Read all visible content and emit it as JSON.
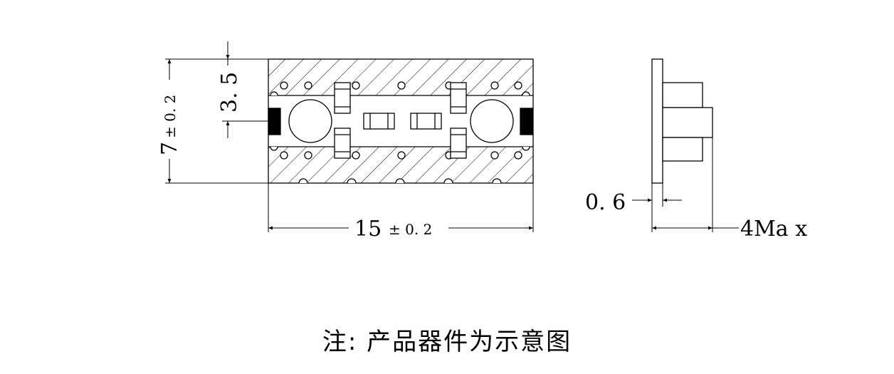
{
  "dimensions": {
    "height_total": "7",
    "height_tol": "± 0. 2",
    "inner_height": "3. 5",
    "width_total": "15",
    "width_tol": "± 0. 2",
    "thickness_plate": "0. 6",
    "thickness_max": "4Ma x"
  },
  "note": "注: 产品器件为示意图",
  "colors": {
    "line": "#000000",
    "background": "#ffffff"
  }
}
